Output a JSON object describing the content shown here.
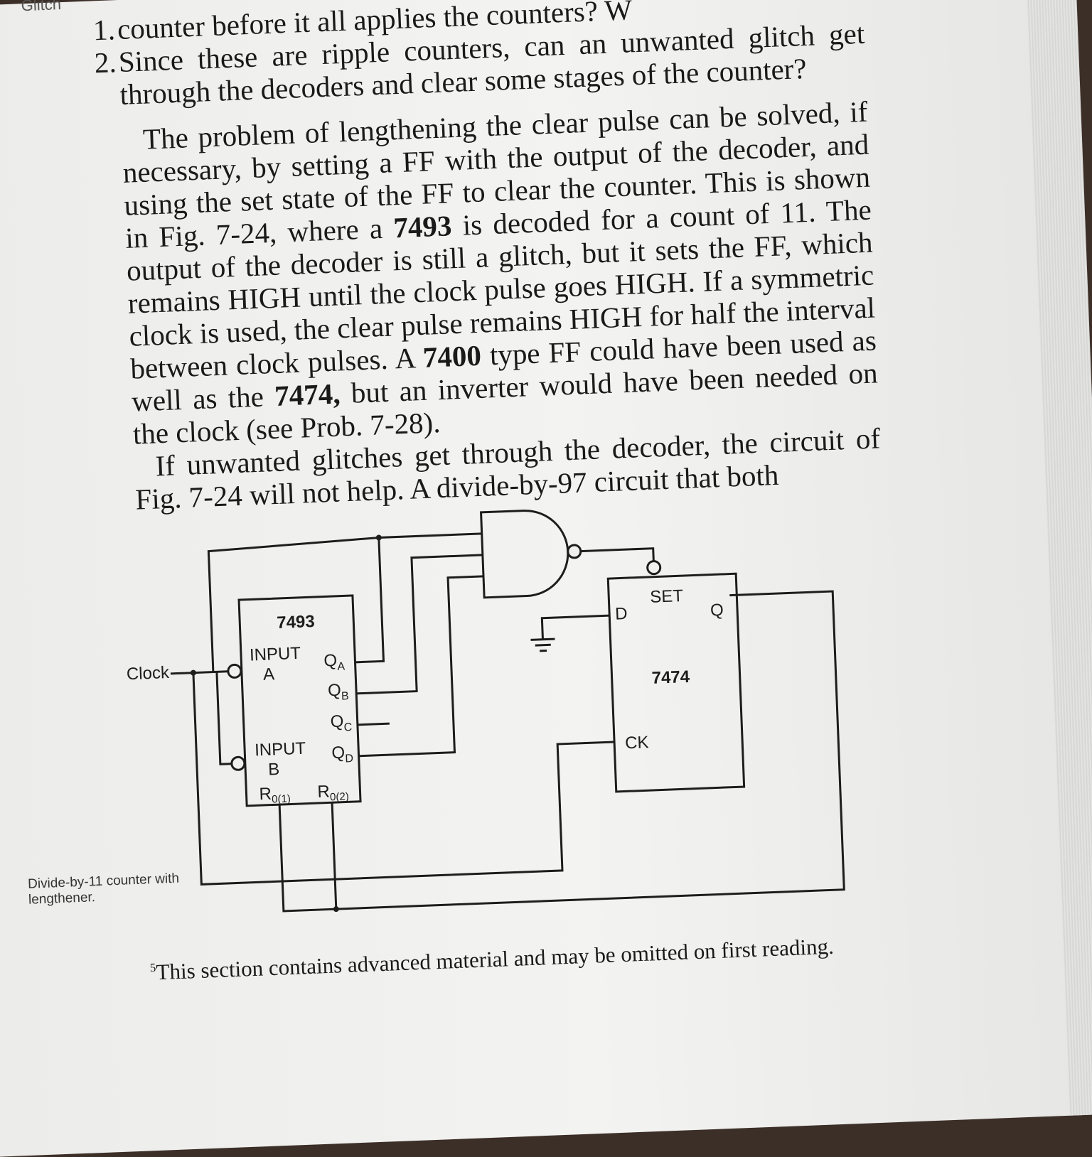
{
  "corner_tag": "Glitch",
  "questions": [
    {
      "num": "1.",
      "text": "counter before it all applies the counters? W"
    },
    {
      "num": "2.",
      "text": "Since these are ripple counters, can an unwanted glitch get through the decoders and clear some stages of the counter?"
    }
  ],
  "paragraph1": {
    "before_7493": "The problem of lengthening the clear pulse can be solved, if necessary, by setting a FF with the output of the decoder, and using the set state of the FF to clear the counter. This is shown in Fig. 7-24, where a ",
    "chip_7493": "7493",
    "after_7493": " is decoded for a count of 11. The output of the decoder is still a glitch, but it sets the FF, which remains HIGH until the clock pulse goes HIGH. If a symmetric clock is used, the clear pulse remains HIGH for half the interval between clock pulses. A ",
    "chip_7400": "7400",
    "after_7400": " type FF could have been used as well as the ",
    "chip_7474": "7474,",
    "after_7474": " but an inverter would have been needed on the clock (see Prob. 7-28)."
  },
  "paragraph2": "If unwanted glitches get through the decoder, the circuit of Fig. 7-24 will not help. A divide-by-97 circuit that both",
  "diagram": {
    "clock_label": "Clock",
    "counter": {
      "name": "7493",
      "input_a": "INPUT",
      "input_a2": "A",
      "input_b": "INPUT",
      "input_b2": "B",
      "qa": "Q",
      "qa_sub": "A",
      "qb": "Q",
      "qb_sub": "B",
      "qc": "Q",
      "qc_sub": "C",
      "qd": "Q",
      "qd_sub": "D",
      "r1": "R",
      "r1_sub": "0(1)",
      "r2": "R",
      "r2_sub": "0(2)"
    },
    "flipflop": {
      "name": "7474",
      "set": "SET",
      "d": "D",
      "q": "Q",
      "ck": "CK"
    }
  },
  "caption": "Divide-by-11 counter with lengthener.",
  "footnote": {
    "marker": "5",
    "text": "This section contains advanced material and may be omitted on first reading."
  }
}
